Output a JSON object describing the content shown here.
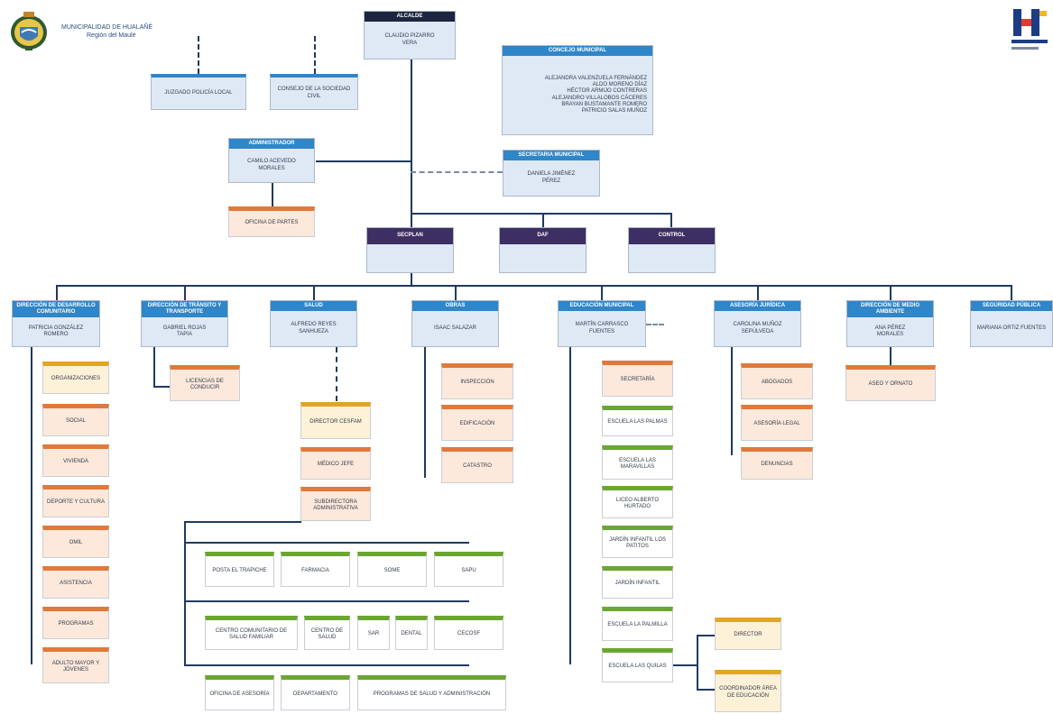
{
  "header": {
    "org_name": "MUNICIPALIDAD DE HUALAÑÉ",
    "org_subtitle": "Región del Maule"
  },
  "colors": {
    "navy": "#1c2540",
    "blue": "#2f86c8",
    "purple": "#3d2f63",
    "orange": "#e0793a",
    "green": "#6aa632",
    "gold": "#e0a624",
    "line": "#1f3a5f"
  },
  "icons": {
    "left_logo": "municipal-coat-of-arms",
    "right_logo": "hualane-brand-logo"
  },
  "nodes": {
    "alcalde": {
      "title": "ALCALDE",
      "name": "CLAUDIO PIZARRO\nVERA"
    },
    "juzgado": {
      "title": "JUZGADO POLICÍA LOCAL"
    },
    "consejo": {
      "title": "CONSEJO DE LA SOCIEDAD CIVIL"
    },
    "concejo": {
      "title": "CONCEJO MUNICIPAL",
      "members": [
        "ALEJANDRA VALENZUELA FERNÁNDEZ",
        "ALDO MORENO DÍAZ",
        "HÉCTOR ARMIJO CONTRERAS",
        "ALEJANDRO VILLALOBOS CÁCERES",
        "BRAYAN BUSTAMANTE ROMERO",
        "PATRICIO SALAS MUÑOZ"
      ]
    },
    "admin": {
      "title": "ADMINISTRADOR",
      "name": "CAMILO ACEVEDO\nMORALES"
    },
    "oficina_partes": {
      "title": "OFICINA DE PARTES"
    },
    "secretaria": {
      "title": "SECRETARIA MUNICIPAL",
      "name": "DANIELA JIMÉNEZ\nPÉREZ"
    },
    "secplan": {
      "title": "SECPLAN"
    },
    "daf": {
      "title": "DAF"
    },
    "control": {
      "title": "CONTROL"
    },
    "dideco": {
      "title": "DIRECCIÓN DE DESARROLLO COMUNITARIO",
      "name": "PATRICIA GONZÁLEZ\nROMERO"
    },
    "transito": {
      "title": "DIRECCIÓN DE TRÁNSITO Y TRANSPORTE",
      "name": "GABRIEL ROJAS\nTAPIA"
    },
    "salud": {
      "title": "SALUD",
      "name": "ALFREDO REYES\nSANHUEZA"
    },
    "obras": {
      "title": "OBRAS",
      "name": "ISAAC SALAZAR"
    },
    "educacion": {
      "title": "EDUCACIÓN MUNICIPAL",
      "name": "MARTÍN CARRASCO\nFUENTES"
    },
    "juridica": {
      "title": "ASESORÍA JURÍDICA",
      "name": "CAROLINA MUÑOZ\nSEPÚLVEDA"
    },
    "medioambiente": {
      "title": "DIRECCIÓN DE MEDIO AMBIENTE",
      "name": "ANA PÉREZ\nMORALES"
    },
    "seguridad": {
      "title": "SEGURIDAD PÚBLICA",
      "name": "MARIANA ORTIZ FUENTES"
    }
  },
  "units": {
    "dideco": [
      "ORGANIZACIONES",
      "SOCIAL",
      "VIVIENDA",
      "DEPORTE Y CULTURA",
      "OMIL",
      "ASISTENCIA",
      "PROGRAMAS",
      "ADULTO MAYOR Y JÓVENES"
    ],
    "transito": [
      "LICENCIAS DE CONDUCIR"
    ],
    "salud": [
      "DIRECTOR CESFAM",
      "MÉDICO JEFE",
      "SUBDIRECTORA ADMINISTRATIVA"
    ],
    "salud_row1": [
      "POSTA EL TRAPICHE",
      "FARMACIA",
      "SOME",
      "SAPU"
    ],
    "salud_row2": [
      "CENTRO COMUNITARIO DE SALUD FAMILIAR",
      "CENTRO DE SALUD",
      "SAR",
      "DENTAL",
      "CECOSF"
    ],
    "salud_row3": [
      "OFICINA DE ASESORÍA",
      "DEPARTAMENTO",
      "PROGRAMAS DE SALUD Y ADMINISTRACIÓN"
    ],
    "obras": [
      "INSPECCIÓN",
      "EDIFICACIÓN",
      "CATASTRO"
    ],
    "educacion": [
      "SECRETARÍA",
      "ESCUELA LAS PALMAS",
      "ESCUELA LAS MARAVILLAS",
      "LICEO ALBERTO HURTADO",
      "JARDÍN INFANTIL LOS PATITOS",
      "JARDÍN INFANTIL",
      "ESCUELA LA PALMILLA",
      "ESCUELA LAS QUILAS"
    ],
    "educacion_sub": [
      "DIRECTOR",
      "COORDINADOR ÁREA DE EDUCACIÓN"
    ],
    "juridica": [
      "ABOGADOS",
      "ASESORÍA LEGAL",
      "DENUNCIAS"
    ],
    "medioambiente": [
      "ASEO Y ORNATO"
    ]
  }
}
